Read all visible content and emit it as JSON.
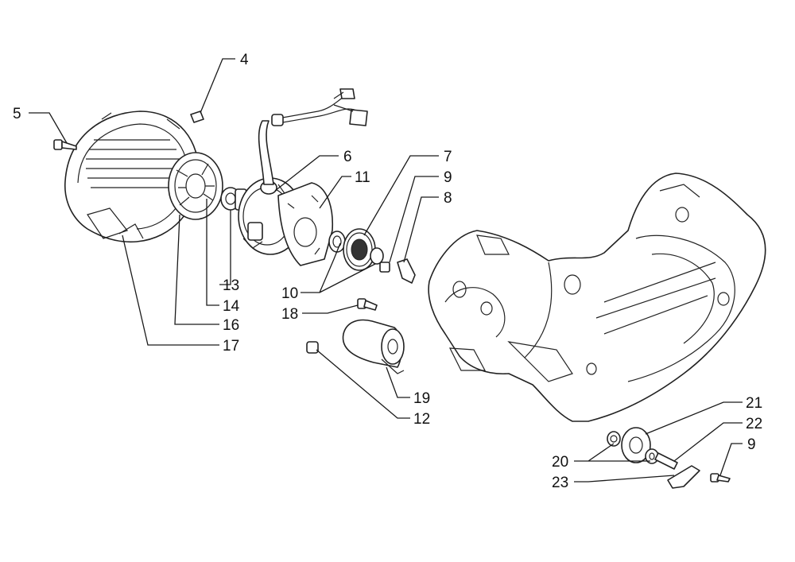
{
  "callouts": {
    "c4": "4",
    "c5": "5",
    "c6": "6",
    "c7": "7",
    "c8": "8",
    "c9a": "9",
    "c9b": "9",
    "c10": "10",
    "c11": "11",
    "c12": "12",
    "c13": "13",
    "c14": "14",
    "c16": "16",
    "c17": "17",
    "c18": "18",
    "c19": "19",
    "c20": "20",
    "c21": "21",
    "c22": "22",
    "c23": "23"
  },
  "colors": {
    "line": "#222222",
    "background": "#ffffff"
  }
}
